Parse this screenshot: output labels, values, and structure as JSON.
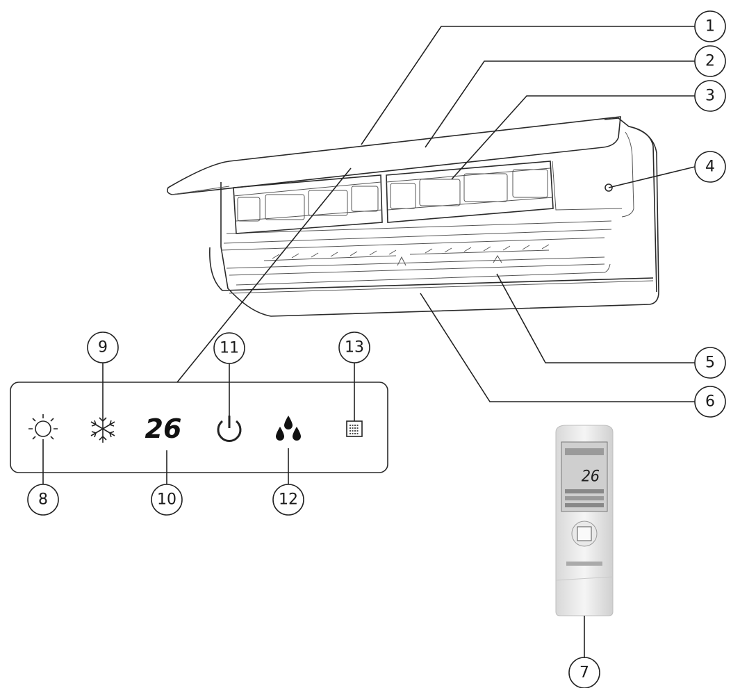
{
  "callouts": [
    {
      "id": "1",
      "label": "1"
    },
    {
      "id": "2",
      "label": "2"
    },
    {
      "id": "3",
      "label": "3"
    },
    {
      "id": "4",
      "label": "4"
    },
    {
      "id": "5",
      "label": "5"
    },
    {
      "id": "6",
      "label": "6"
    },
    {
      "id": "7",
      "label": "7"
    },
    {
      "id": "8",
      "label": "8"
    },
    {
      "id": "9",
      "label": "9"
    },
    {
      "id": "10",
      "label": "10"
    },
    {
      "id": "11",
      "label": "11"
    },
    {
      "id": "12",
      "label": "12"
    },
    {
      "id": "13",
      "label": "13"
    }
  ],
  "display_panel": {
    "temperature": "26",
    "icons": [
      "sun-icon",
      "snowflake-icon",
      "power-icon",
      "water-drops-icon",
      "grid-icon"
    ]
  },
  "remote": {
    "display_temperature": "26"
  }
}
